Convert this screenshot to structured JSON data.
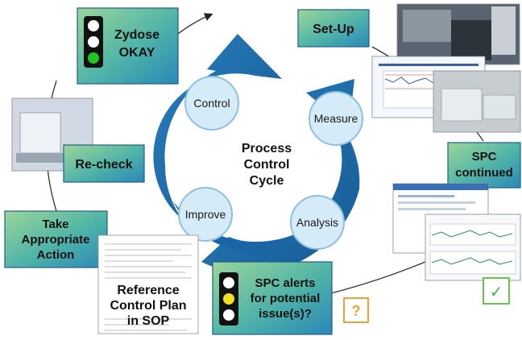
{
  "center": {
    "line1": "Process",
    "line2": "Control",
    "line3": "Cycle"
  },
  "phases": {
    "control": "Control",
    "measure": "Measure",
    "analysis": "Analysis",
    "improve": "Improve"
  },
  "boxes": {
    "zydose": {
      "line1": "Zydose",
      "line2": "OKAY"
    },
    "setup": "Set-Up",
    "recheck": "Re-check",
    "spc_continued": {
      "line1": "SPC",
      "line2": "continued"
    },
    "take_action": {
      "line1": "Take",
      "line2": "Appropriate",
      "line3": "Action"
    },
    "spc_alerts": {
      "line1": "SPC alerts",
      "line2": "for potential",
      "line3": "issue(s)?"
    },
    "reference": {
      "line1": "Reference",
      "line2": "Control Plan",
      "line3": "in SOP"
    }
  },
  "markers": {
    "question": "?",
    "check": "✓"
  },
  "colors": {
    "arrow": "#1f6fad",
    "box_top": "#8fd18f",
    "box_bottom": "#2b8fb8",
    "green_light": "#22c422",
    "yellow_light": "#f0e020"
  }
}
